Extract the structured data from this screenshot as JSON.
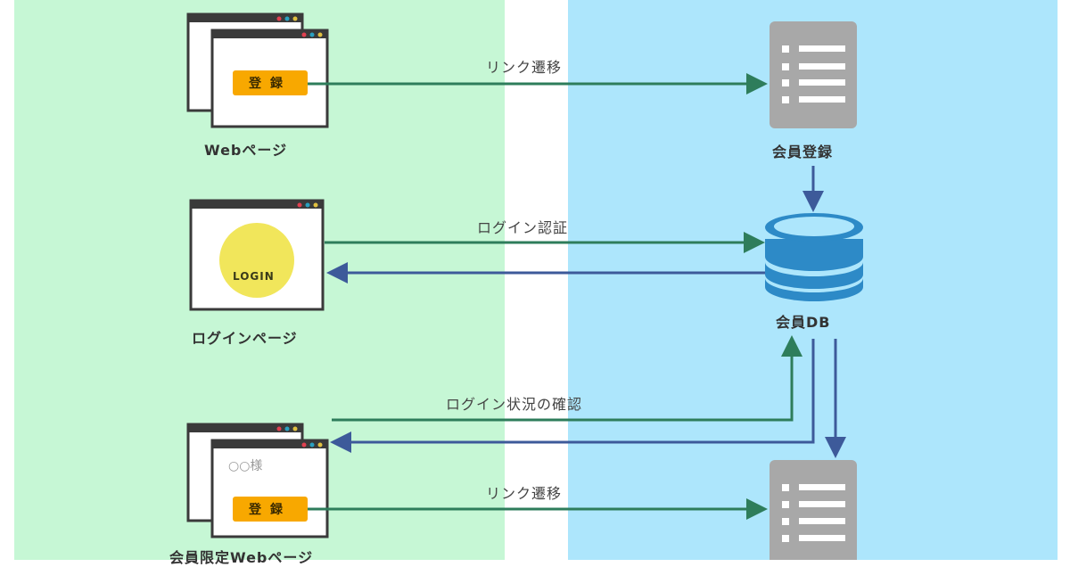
{
  "zones": {
    "client_color": "#c6f7d5",
    "server_color": "#ade6fc"
  },
  "nodes": {
    "web_page": {
      "label": "Webページ",
      "button": "登録"
    },
    "login_page": {
      "label": "ログインページ",
      "badge": "LOGIN"
    },
    "member_page": {
      "label": "会員限定Webページ",
      "greeting": "○○様",
      "button": "登録"
    },
    "member_register": {
      "label": "会員登録"
    },
    "member_db": {
      "label": "会員DB"
    }
  },
  "flows": {
    "link_transition_top": "リンク遷移",
    "login_auth": "ログイン認証",
    "login_status_check": "ログイン状況の確認",
    "link_transition_bottom": "リンク遷移"
  },
  "colors": {
    "green_arrow": "#2e7d5b",
    "blue_arrow": "#3d5a9a",
    "button": "#f8a800",
    "db": "#2d8ac7",
    "form_icon": "#a8a8a8"
  }
}
